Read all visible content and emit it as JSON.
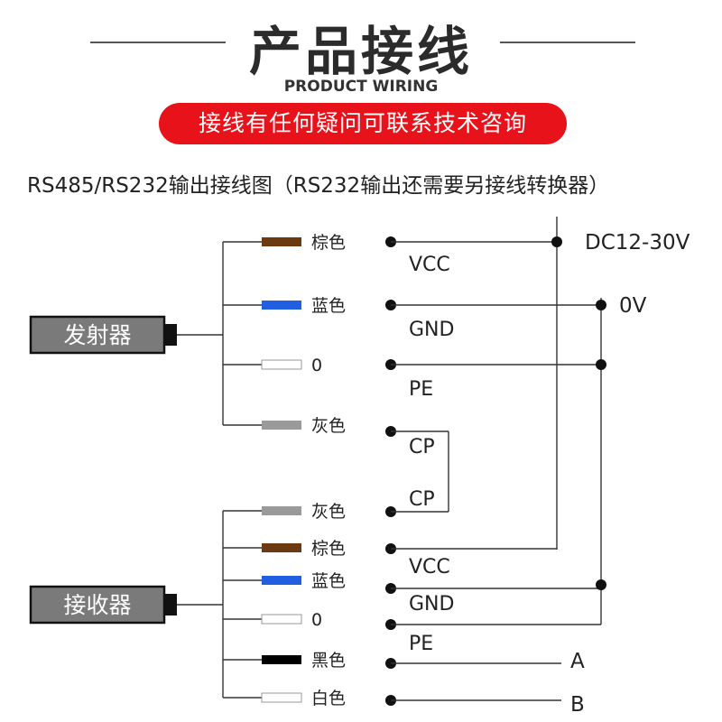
{
  "header": {
    "title": "产品接线",
    "subtitle": "PRODUCT WIRING",
    "banner": "接线有任何疑问可联系技术咨询",
    "diagram_title": "RS485/RS232输出接线图（RS232输出还需要另接线转换器）"
  },
  "emitter": {
    "label": "发射器",
    "wires": [
      {
        "color_name": "棕色",
        "swatch": "#6b3a10",
        "terminal": "VCC"
      },
      {
        "color_name": "蓝色",
        "swatch": "#1f5fe0",
        "terminal": "GND"
      },
      {
        "color_name": "0",
        "swatch": "#ffffff",
        "terminal": "PE"
      },
      {
        "color_name": "灰色",
        "swatch": "#9a9a9a",
        "terminal": "CP"
      }
    ]
  },
  "receiver": {
    "label": "接收器",
    "wires": [
      {
        "color_name": "灰色",
        "swatch": "#9a9a9a",
        "terminal": "CP"
      },
      {
        "color_name": "棕色",
        "swatch": "#6b3a10",
        "terminal": "VCC"
      },
      {
        "color_name": "蓝色",
        "swatch": "#1f5fe0",
        "terminal": "GND"
      },
      {
        "color_name": "0",
        "swatch": "#ffffff",
        "terminal": "PE"
      },
      {
        "color_name": "黑色",
        "swatch": "#000000",
        "terminal": "A"
      },
      {
        "color_name": "白色",
        "swatch": "#ffffff",
        "terminal": "B"
      }
    ]
  },
  "power": {
    "positive": "DC12-30V",
    "negative": "0V"
  },
  "colors": {
    "accent": "#e8131a",
    "box_fill": "#7a7a7a",
    "line": "#333333"
  }
}
